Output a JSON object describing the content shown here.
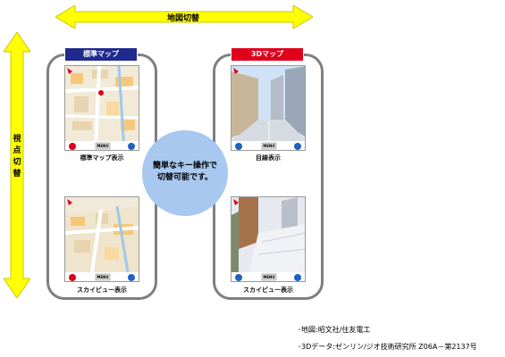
{
  "arrows": {
    "horizontal_label": "地図切替",
    "vertical_label": "視点切替"
  },
  "panels": {
    "standard": {
      "header": "標準マップ",
      "header_color": "#1f2a8c",
      "top_caption": "標準マップ表示",
      "bottom_caption": "スカイビュー表示"
    },
    "map3d": {
      "header": "3Dマップ",
      "header_color": "#e0001b",
      "top_caption": "目線表示",
      "bottom_caption": "スカイビュー表示"
    }
  },
  "center_bubble": {
    "line1": "簡単なキー操作で",
    "line2": "切替可能です。"
  },
  "phone_ui": {
    "menu_label": "MENU"
  },
  "credits": {
    "map": "･地図:昭文社/住友電工",
    "data3d": "･3Dデータ:ゼンリン/ジオ技術研究所 Z06A－第2137号"
  },
  "colors": {
    "arrow_yellow": "#ffff00",
    "arrow_outline": "#c8c800",
    "bubble_blue": "#a8c8f0",
    "panel_border": "#7f7f7f"
  }
}
